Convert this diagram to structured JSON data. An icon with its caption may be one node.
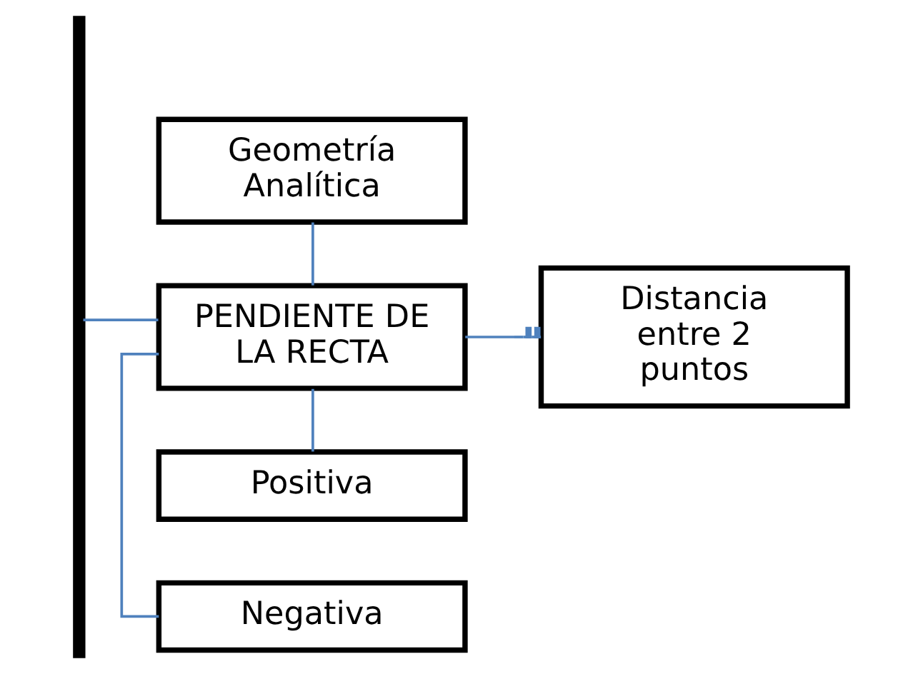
{
  "diagram": {
    "nodes": [
      {
        "text": [],
        "shape": "bar"
      },
      {
        "text": [
          "Geometría Analítica"
        ]
      },
      {
        "text": [
          "PENDIENTE DE LA RECTA"
        ]
      },
      {
        "text": [
          "Distancia entre 2 puntos"
        ]
      },
      {
        "text": [
          "Positiva"
        ]
      },
      {
        "text": [
          "Negativa"
        ]
      }
    ],
    "edges": [
      {
        "from": 1,
        "to": 2,
        "arrow": "none",
        "color": "#4f81bd"
      },
      {
        "from": 0,
        "to": 2,
        "arrow": "none",
        "color": "#4f81bd"
      },
      {
        "from": 2,
        "to": 3,
        "arrow": "other",
        "color": "#4f81bd"
      },
      {
        "from": 2,
        "to": 4,
        "arrow": "none",
        "color": "#4f81bd"
      },
      {
        "from": 2,
        "to": 5,
        "arrow": "none",
        "color": "#4f81bd"
      }
    ]
  }
}
